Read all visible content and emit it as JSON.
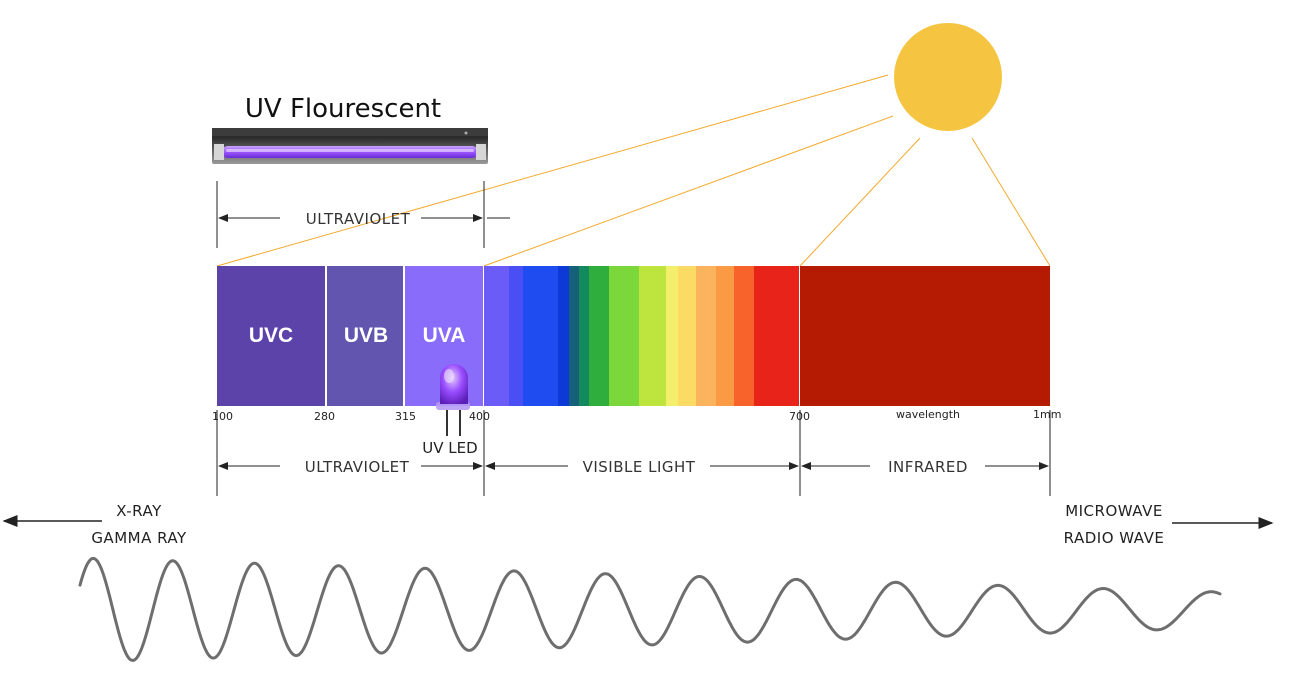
{
  "lamp": {
    "title": "UV Flourescent"
  },
  "uv_bracket_top": {
    "label": "ULTRAVIOLET"
  },
  "bands": [
    {
      "label": "UVC",
      "color": "#5c43a9"
    },
    {
      "label": "UVB",
      "color": "#6255b0"
    },
    {
      "label": "UVA",
      "color": "#8a6cfb"
    }
  ],
  "visible_colors": [
    "#6b5cf7",
    "#4a4ef5",
    "#1f4cf0",
    "#0d3ad6",
    "#17607a",
    "#128a5d",
    "#2fad3d",
    "#7bd73a",
    "#bde53d",
    "#f3ef6d",
    "#fbdb63",
    "#fbb45d",
    "#fb9a45",
    "#f7632b",
    "#e8241a"
  ],
  "infrared_color": "#b51a02",
  "ticks": [
    {
      "label": "100"
    },
    {
      "label": "280"
    },
    {
      "label": "315"
    },
    {
      "label": "400"
    },
    {
      "label": "700"
    },
    {
      "label": "1mm"
    }
  ],
  "wavelength_label": "wavelength",
  "led": {
    "label": "UV LED"
  },
  "regions": [
    {
      "label": "ULTRAVIOLET"
    },
    {
      "label": "VISIBLE LIGHT"
    },
    {
      "label": "INFRARED"
    }
  ],
  "left_side": {
    "line1": "X-RAY",
    "line2": "GAMMA RAY"
  },
  "right_side": {
    "line1": "MICROWAVE",
    "line2": "RADIO WAVE"
  },
  "colors": {
    "sun": "#f5c542",
    "sun_rays": "#f2a92c",
    "wave": "#6e6e6e"
  }
}
